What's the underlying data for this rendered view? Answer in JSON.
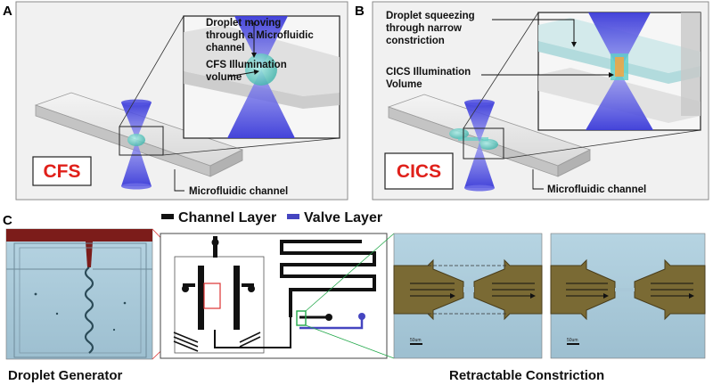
{
  "panels": {
    "a": {
      "letter": "A",
      "callout_top": [
        "Droplet moving",
        "through a  Microfluidic",
        "channel"
      ],
      "callout_mid": [
        "CFS Illumination",
        "volume"
      ],
      "badge": "CFS",
      "channel_label": "Microfluidic channel"
    },
    "b": {
      "letter": "B",
      "callout_top": [
        "Droplet squeezing",
        "through narrow",
        "constriction"
      ],
      "callout_mid": [
        "CICS Illumination",
        "Volume"
      ],
      "badge": "CICS",
      "channel_label": "Microfluidic channel"
    },
    "c": {
      "letter": "C",
      "legend_channel": "Channel Layer",
      "legend_valve": "Valve Layer",
      "caption_left": "Droplet Generator",
      "caption_right": "Retractable Constriction",
      "scale_label": "50um"
    }
  },
  "colors": {
    "channel_layer": "#111111",
    "valve_layer": "#4545c0",
    "badge_text": "#e0201a",
    "beam": "#5a5ae6",
    "droplet": "#60d0c8",
    "micro_background": "#a9c8d8",
    "valve_gold": "#7a6a34"
  },
  "icons": [
    "laser-cone",
    "droplet",
    "arrow-pointer"
  ]
}
